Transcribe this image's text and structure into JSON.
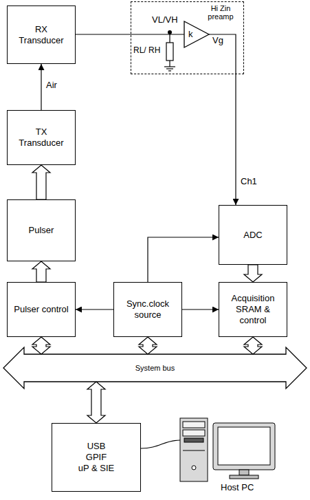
{
  "diagram": {
    "nodes": [
      {
        "text": [
          "RX Transducer"
        ]
      },
      {
        "text": [
          "Hi Zin preamp"
        ]
      },
      {
        "text": [
          "k"
        ],
        "in": 1
      },
      {
        "text": [
          "TX Transducer"
        ]
      },
      {
        "text": [
          "Pulser"
        ]
      },
      {
        "text": [
          "ADC"
        ]
      },
      {
        "text": [
          "Pulser control"
        ]
      },
      {
        "text": [
          "Sync.clock source"
        ]
      },
      {
        "text": [
          "Acquisition SRAM & control"
        ]
      },
      {
        "text": [
          "System bus"
        ]
      },
      {
        "text": [
          "USB",
          "GPIF",
          "uP & SIE"
        ]
      }
    ],
    "edges": [
      {
        "from": 3,
        "to": 0,
        "arrow": "to",
        "label": "Air"
      },
      {
        "from": 0,
        "to": 2,
        "arrow": "none"
      },
      {
        "from": 2,
        "to": 5,
        "arrow": "to",
        "label": "Ch1"
      },
      {
        "from": 4,
        "to": 3,
        "arrow": "to"
      },
      {
        "from": 6,
        "to": 4,
        "arrow": "to"
      },
      {
        "from": 7,
        "to": 6,
        "arrow": "to"
      },
      {
        "from": 7,
        "to": 5,
        "arrow": "to"
      },
      {
        "from": 7,
        "to": 8,
        "arrow": "to"
      },
      {
        "from": 5,
        "to": 8,
        "arrow": "to"
      },
      {
        "from": 6,
        "to": 9,
        "arrow": "both"
      },
      {
        "from": 7,
        "to": 9,
        "arrow": "both"
      },
      {
        "from": 8,
        "to": 9,
        "arrow": "both"
      },
      {
        "from": 9,
        "to": 10,
        "arrow": "both"
      }
    ],
    "labels": [
      "VL/VH",
      "RL/ RH",
      "Vg",
      "Host PC"
    ]
  }
}
